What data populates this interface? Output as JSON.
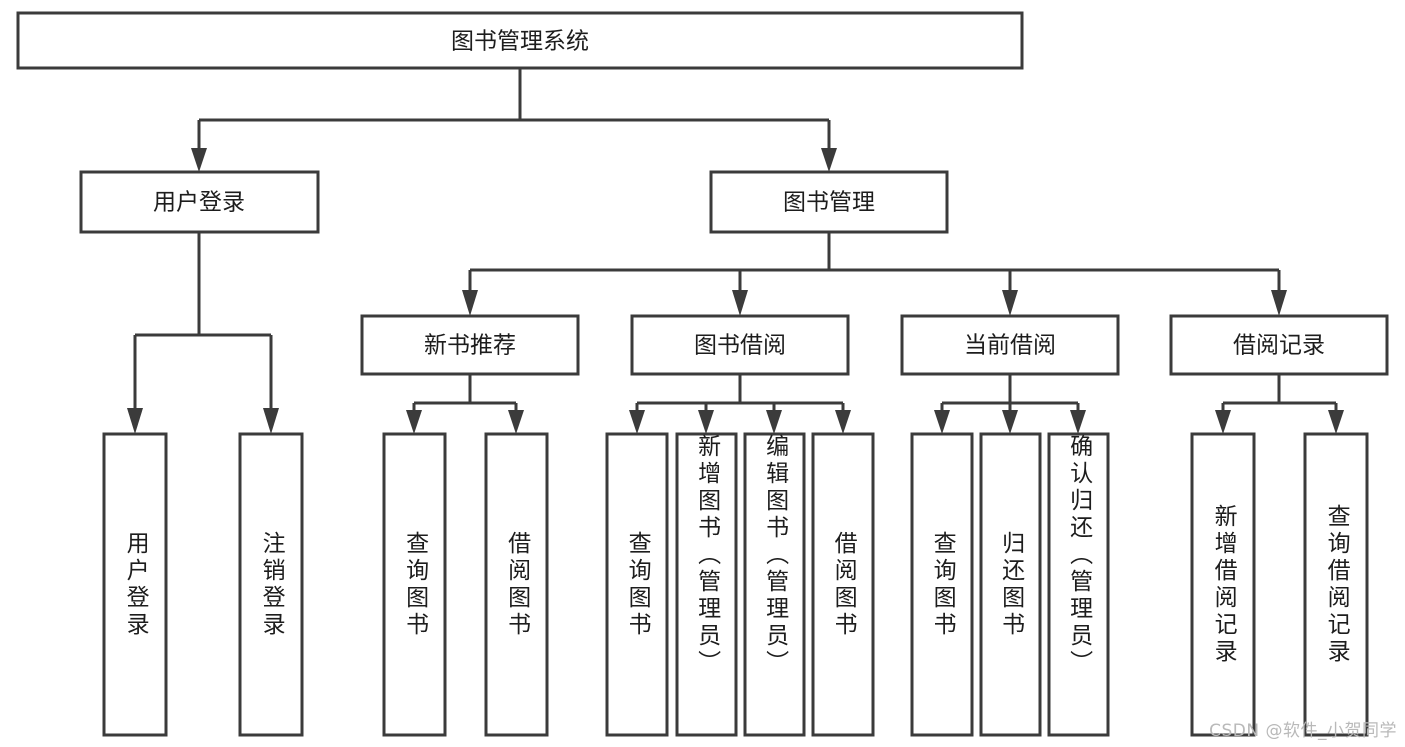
{
  "diagram": {
    "title": "图书管理系统",
    "type": "tree-hierarchy-diagram",
    "root": {
      "id": "root",
      "label": "图书管理系统",
      "orientation": "horizontal"
    },
    "level2": [
      {
        "id": "user-login",
        "label": "用户登录",
        "orientation": "horizontal"
      },
      {
        "id": "book-management",
        "label": "图书管理",
        "orientation": "horizontal"
      }
    ],
    "level3": [
      {
        "id": "new-book-recommend",
        "label": "新书推荐",
        "orientation": "horizontal",
        "parent": "book-management"
      },
      {
        "id": "book-borrow",
        "label": "图书借阅",
        "orientation": "horizontal",
        "parent": "book-management"
      },
      {
        "id": "current-borrow",
        "label": "当前借阅",
        "orientation": "horizontal",
        "parent": "book-management"
      },
      {
        "id": "borrow-record",
        "label": "借阅记录",
        "orientation": "horizontal",
        "parent": "book-management"
      }
    ],
    "leaves": [
      {
        "id": "leaf-user-login",
        "label": "用户登录",
        "orientation": "vertical",
        "parent": "user-login"
      },
      {
        "id": "leaf-user-logout",
        "label": "注销登录",
        "orientation": "vertical",
        "parent": "user-login"
      },
      {
        "id": "leaf-query-book-1",
        "label": "查询图书",
        "orientation": "vertical",
        "parent": "new-book-recommend"
      },
      {
        "id": "leaf-borrow-book-1",
        "label": "借阅图书",
        "orientation": "vertical",
        "parent": "new-book-recommend"
      },
      {
        "id": "leaf-query-book-2",
        "label": "查询图书",
        "orientation": "vertical",
        "parent": "book-borrow"
      },
      {
        "id": "leaf-add-book",
        "label": "新增图书（管理员）",
        "orientation": "vertical",
        "parent": "book-borrow"
      },
      {
        "id": "leaf-edit-book",
        "label": "编辑图书（管理员）",
        "orientation": "vertical",
        "parent": "book-borrow"
      },
      {
        "id": "leaf-borrow-book-2",
        "label": "借阅图书",
        "orientation": "vertical",
        "parent": "book-borrow"
      },
      {
        "id": "leaf-query-book-3",
        "label": "查询图书",
        "orientation": "vertical",
        "parent": "current-borrow"
      },
      {
        "id": "leaf-return-book",
        "label": "归还图书",
        "orientation": "vertical",
        "parent": "current-borrow"
      },
      {
        "id": "leaf-confirm-return",
        "label": "确认归还（管理员）",
        "orientation": "vertical",
        "parent": "current-borrow"
      },
      {
        "id": "leaf-add-borrow-record",
        "label": "新增借阅记录",
        "orientation": "vertical",
        "parent": "borrow-record"
      },
      {
        "id": "leaf-query-borrow-record",
        "label": "查询借阅记录",
        "orientation": "vertical",
        "parent": "borrow-record"
      }
    ],
    "colors": {
      "stroke": "#3b3b3b",
      "fill": "#ffffff",
      "text": "#1d1d1d",
      "watermark": "#b9b9b9",
      "background": "#ffffff"
    }
  },
  "watermark": {
    "text": "CSDN @软件_小贺同学"
  }
}
